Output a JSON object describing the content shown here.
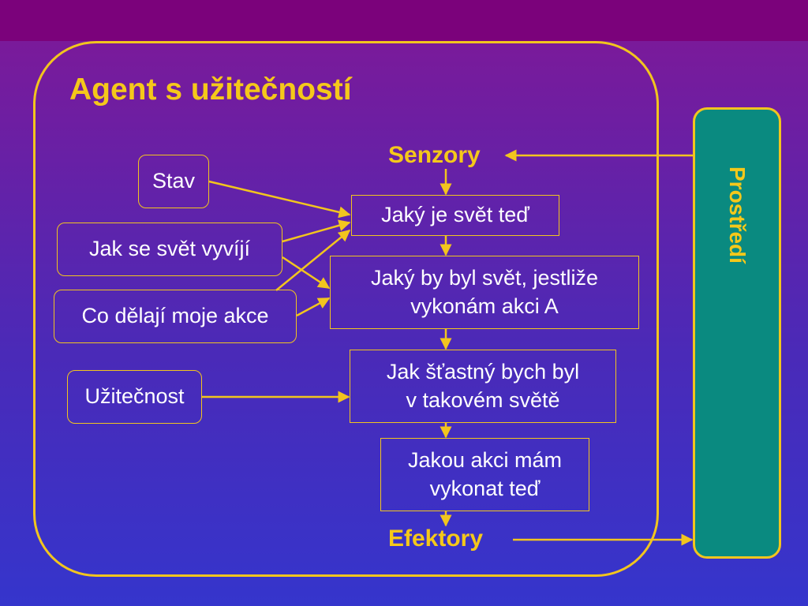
{
  "title": "Agent s užitečností",
  "environment": "Prostředí",
  "sensors": "Senzory",
  "effectors": "Efektory",
  "inputs": {
    "state": "Stav",
    "how_world_evolves": "Jak se svět vyvíjí",
    "what_actions_do": "Co dělají moje akce",
    "utility": "Užitečnost"
  },
  "steps": {
    "world_now": "Jaký je svět teď",
    "world_if_line1": "Jaký by byl svět, jestliže",
    "world_if_line2": "vykonám akci A",
    "happy_line1": "Jak šťastný bych byl",
    "happy_line2": "v takovém světě",
    "action_line1": "Jakou akci mám",
    "action_line2": "vykonat teď"
  },
  "colors": {
    "accent": "#f2c51e",
    "environment_fill": "#0a8a80",
    "background_top": "#7a1a9a",
    "background_bottom": "#3535cc"
  }
}
